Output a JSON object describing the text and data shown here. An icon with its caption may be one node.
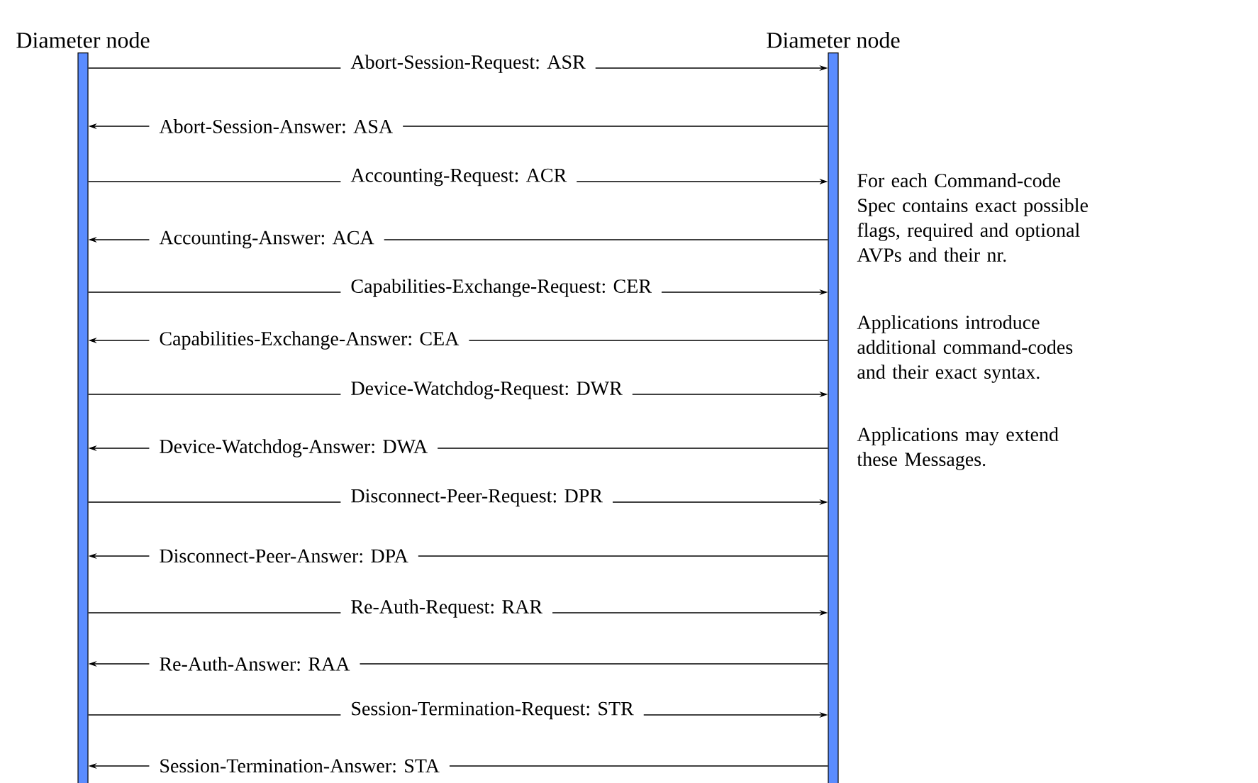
{
  "diagram": {
    "nodes": [
      {
        "text": [
          "Diameter node"
        ]
      },
      {
        "text": [
          "Diameter node"
        ]
      }
    ],
    "edges": [
      {
        "from": 0,
        "to": 1,
        "arrow": "to",
        "label": "Abort-Session-Request: ASR"
      },
      {
        "from": 1,
        "to": 0,
        "arrow": "to",
        "label": "Abort-Session-Answer: ASA"
      },
      {
        "from": 0,
        "to": 1,
        "arrow": "to",
        "label": "Accounting-Request: ACR"
      },
      {
        "from": 1,
        "to": 0,
        "arrow": "to",
        "label": "Accounting-Answer: ACA"
      },
      {
        "from": 0,
        "to": 1,
        "arrow": "to",
        "label": "Capabilities-Exchange-Request: CER"
      },
      {
        "from": 1,
        "to": 0,
        "arrow": "to",
        "label": "Capabilities-Exchange-Answer: CEA"
      },
      {
        "from": 0,
        "to": 1,
        "arrow": "to",
        "label": "Device-Watchdog-Request: DWR"
      },
      {
        "from": 1,
        "to": 0,
        "arrow": "to",
        "label": "Device-Watchdog-Answer: DWA"
      },
      {
        "from": 0,
        "to": 1,
        "arrow": "to",
        "label": "Disconnect-Peer-Request: DPR"
      },
      {
        "from": 1,
        "to": 0,
        "arrow": "to",
        "label": "Disconnect-Peer-Answer: DPA"
      },
      {
        "from": 0,
        "to": 1,
        "arrow": "to",
        "label": "Re-Auth-Request: RAR"
      },
      {
        "from": 1,
        "to": 0,
        "arrow": "to",
        "label": "Re-Auth-Answer: RAA"
      },
      {
        "from": 0,
        "to": 1,
        "arrow": "to",
        "label": "Session-Termination-Request: STR"
      },
      {
        "from": 1,
        "to": 0,
        "arrow": "to",
        "label": "Session-Termination-Answer: STA"
      }
    ],
    "labels": [
      "For each Command-code Spec contains exact possible flags, required and optional AVPs and their nr.",
      "Applications introduce additional command-codes and their exact syntax.",
      "Applications may extend these Messages."
    ]
  }
}
